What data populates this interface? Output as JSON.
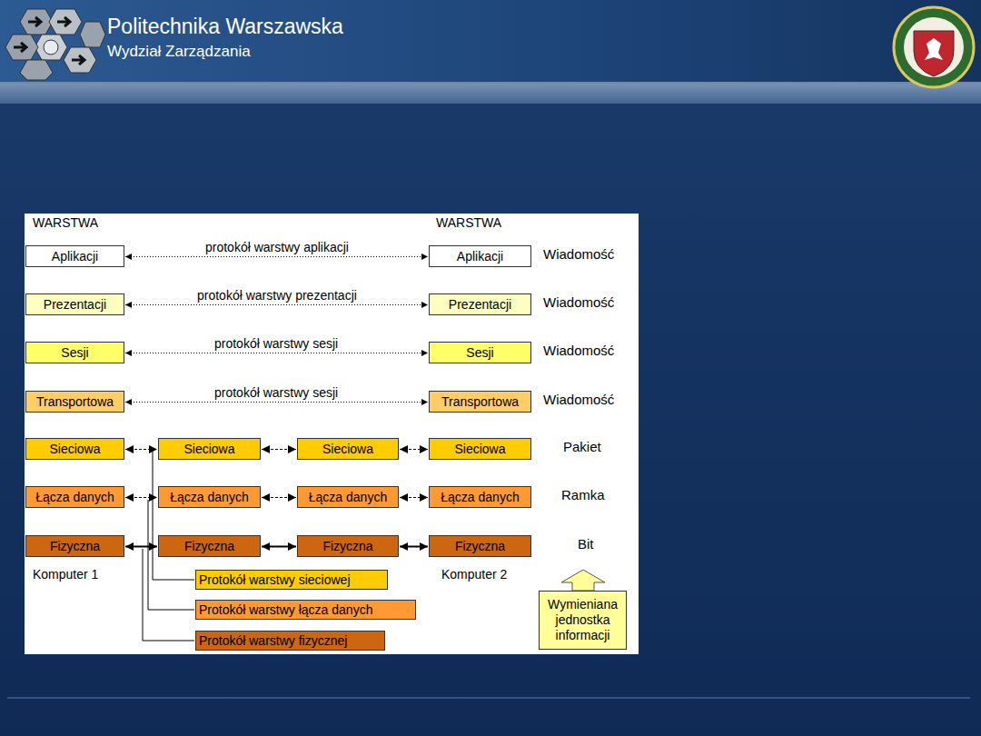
{
  "diagram": {
    "nodes": [
      {
        "text": [
          "Aplikacji"
        ]
      },
      {
        "text": [
          "Aplikacji"
        ]
      },
      {
        "text": [
          "Prezentacji"
        ]
      },
      {
        "text": [
          "Prezentacji"
        ]
      },
      {
        "text": [
          "Sesji"
        ]
      },
      {
        "text": [
          "Sesji"
        ]
      },
      {
        "text": [
          "Transportowa"
        ]
      },
      {
        "text": [
          "Transportowa"
        ]
      },
      {
        "text": [
          "Sieciowa"
        ]
      },
      {
        "text": [
          "Sieciowa"
        ]
      },
      {
        "text": [
          "Sieciowa"
        ]
      },
      {
        "text": [
          "Sieciowa"
        ]
      },
      {
        "text": [
          "Łącza danych"
        ]
      },
      {
        "text": [
          "Łącza danych"
        ]
      },
      {
        "text": [
          "Łącza danych"
        ]
      },
      {
        "text": [
          "Łącza danych"
        ]
      },
      {
        "text": [
          "Fizyczna"
        ]
      },
      {
        "text": [
          "Fizyczna"
        ]
      },
      {
        "text": [
          "Fizyczna"
        ]
      },
      {
        "text": [
          "Fizyczna"
        ]
      },
      {
        "text": [
          "Protokół warstwy sieciowej"
        ]
      },
      {
        "text": [
          "Protokół warstwy łącza danych"
        ]
      },
      {
        "text": [
          "Protokół warstwy fizycznej"
        ]
      },
      {
        "text": [
          "Wymieniana jednostka informacji"
        ]
      }
    ],
    "edges": [
      {
        "from": 0,
        "to": 1,
        "arrow": "both",
        "label": "protokół warstwy aplikacji"
      },
      {
        "from": 2,
        "to": 3,
        "arrow": "both",
        "label": "protokół warstwy prezentacji"
      },
      {
        "from": 4,
        "to": 5,
        "arrow": "both",
        "label": "protokół warstwy sesji"
      },
      {
        "from": 6,
        "to": 7,
        "arrow": "both",
        "label": "protokół warstwy sesji"
      },
      {
        "from": 8,
        "to": 9,
        "arrow": "both"
      },
      {
        "from": 9,
        "to": 10,
        "arrow": "both"
      },
      {
        "from": 10,
        "to": 11,
        "arrow": "both"
      },
      {
        "from": 12,
        "to": 13,
        "arrow": "both"
      },
      {
        "from": 13,
        "to": 14,
        "arrow": "both"
      },
      {
        "from": 14,
        "to": 15,
        "arrow": "both"
      },
      {
        "from": 16,
        "to": 17,
        "arrow": "both"
      },
      {
        "from": 17,
        "to": 18,
        "arrow": "both"
      },
      {
        "from": 18,
        "to": 19,
        "arrow": "both"
      }
    ],
    "labels": [
      "Politechnika Warszawska",
      "Wydział Zarządzania",
      "WARSTWA",
      "WARSTWA",
      "Wiadomość",
      "Wiadomość",
      "Wiadomość",
      "Wiadomość",
      "Pakiet",
      "Ramka",
      "Bit",
      "Komputer 1",
      "Komputer 2"
    ]
  }
}
